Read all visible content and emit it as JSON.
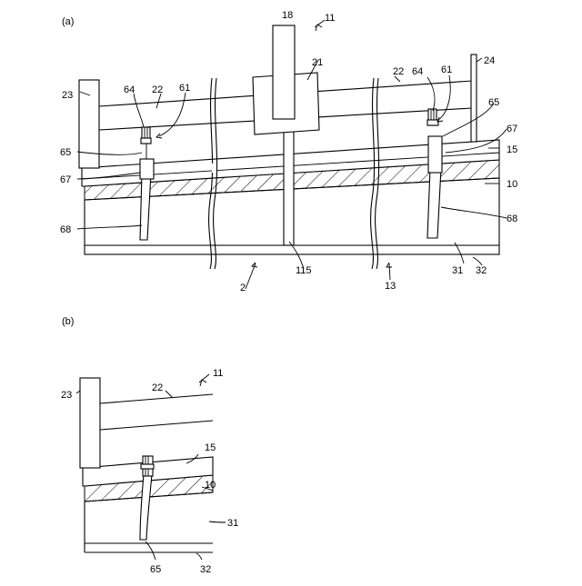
{
  "figure": {
    "panel_a": {
      "caption": "(a)",
      "labels": {
        "n18": "18",
        "n11": "11",
        "n21": "21",
        "n22_left": "22",
        "n22_right": "22",
        "n24": "24",
        "n23": "23",
        "n64_left": "64",
        "n61_left": "61",
        "n64_right": "64",
        "n61_right": "61",
        "n65_right": "65",
        "n67_right": "67",
        "n15": "15",
        "n10": "10",
        "n65_left": "65",
        "n67_left": "67",
        "n68_left": "68",
        "n68_right": "68",
        "n115": "115",
        "n2": "2",
        "n13": "13",
        "n31": "31",
        "n32": "32"
      }
    },
    "panel_b": {
      "caption": "(b)",
      "labels": {
        "n11": "11",
        "n22": "22",
        "n23": "23",
        "n15": "15",
        "n10": "10",
        "n31": "31",
        "n65": "65",
        "n32": "32"
      }
    }
  }
}
